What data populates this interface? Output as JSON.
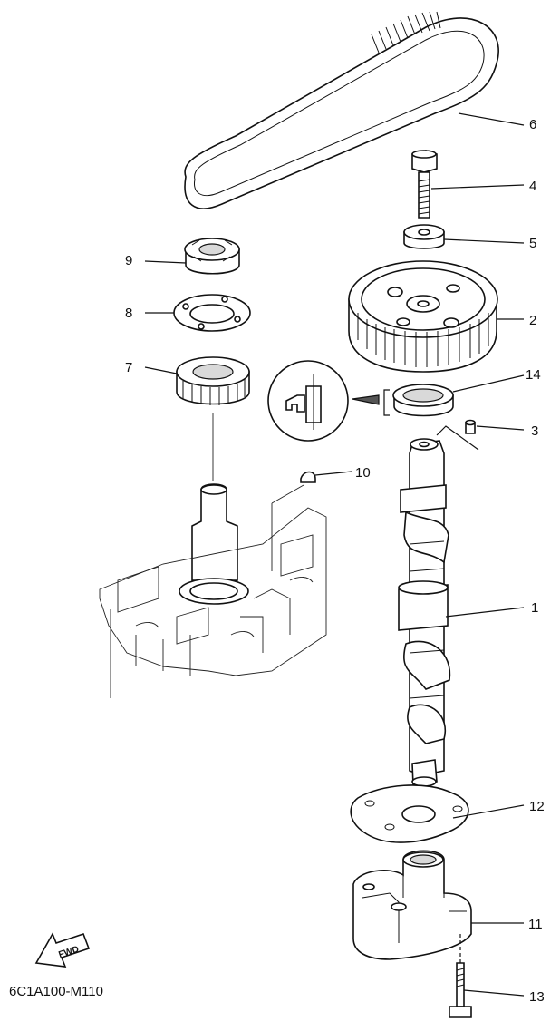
{
  "diagram": {
    "drawing_code": "6C1A100-M110",
    "direction_label": "FWD",
    "callouts": [
      {
        "id": "c1",
        "number": "1"
      },
      {
        "id": "c2",
        "number": "2"
      },
      {
        "id": "c3",
        "number": "3"
      },
      {
        "id": "c4",
        "number": "4"
      },
      {
        "id": "c5",
        "number": "5"
      },
      {
        "id": "c6",
        "number": "6"
      },
      {
        "id": "c7",
        "number": "7"
      },
      {
        "id": "c8",
        "number": "8"
      },
      {
        "id": "c9",
        "number": "9"
      },
      {
        "id": "c10",
        "number": "10"
      },
      {
        "id": "c11",
        "number": "11"
      },
      {
        "id": "c12",
        "number": "12"
      },
      {
        "id": "c13",
        "number": "13"
      },
      {
        "id": "c14",
        "number": "14"
      }
    ]
  }
}
